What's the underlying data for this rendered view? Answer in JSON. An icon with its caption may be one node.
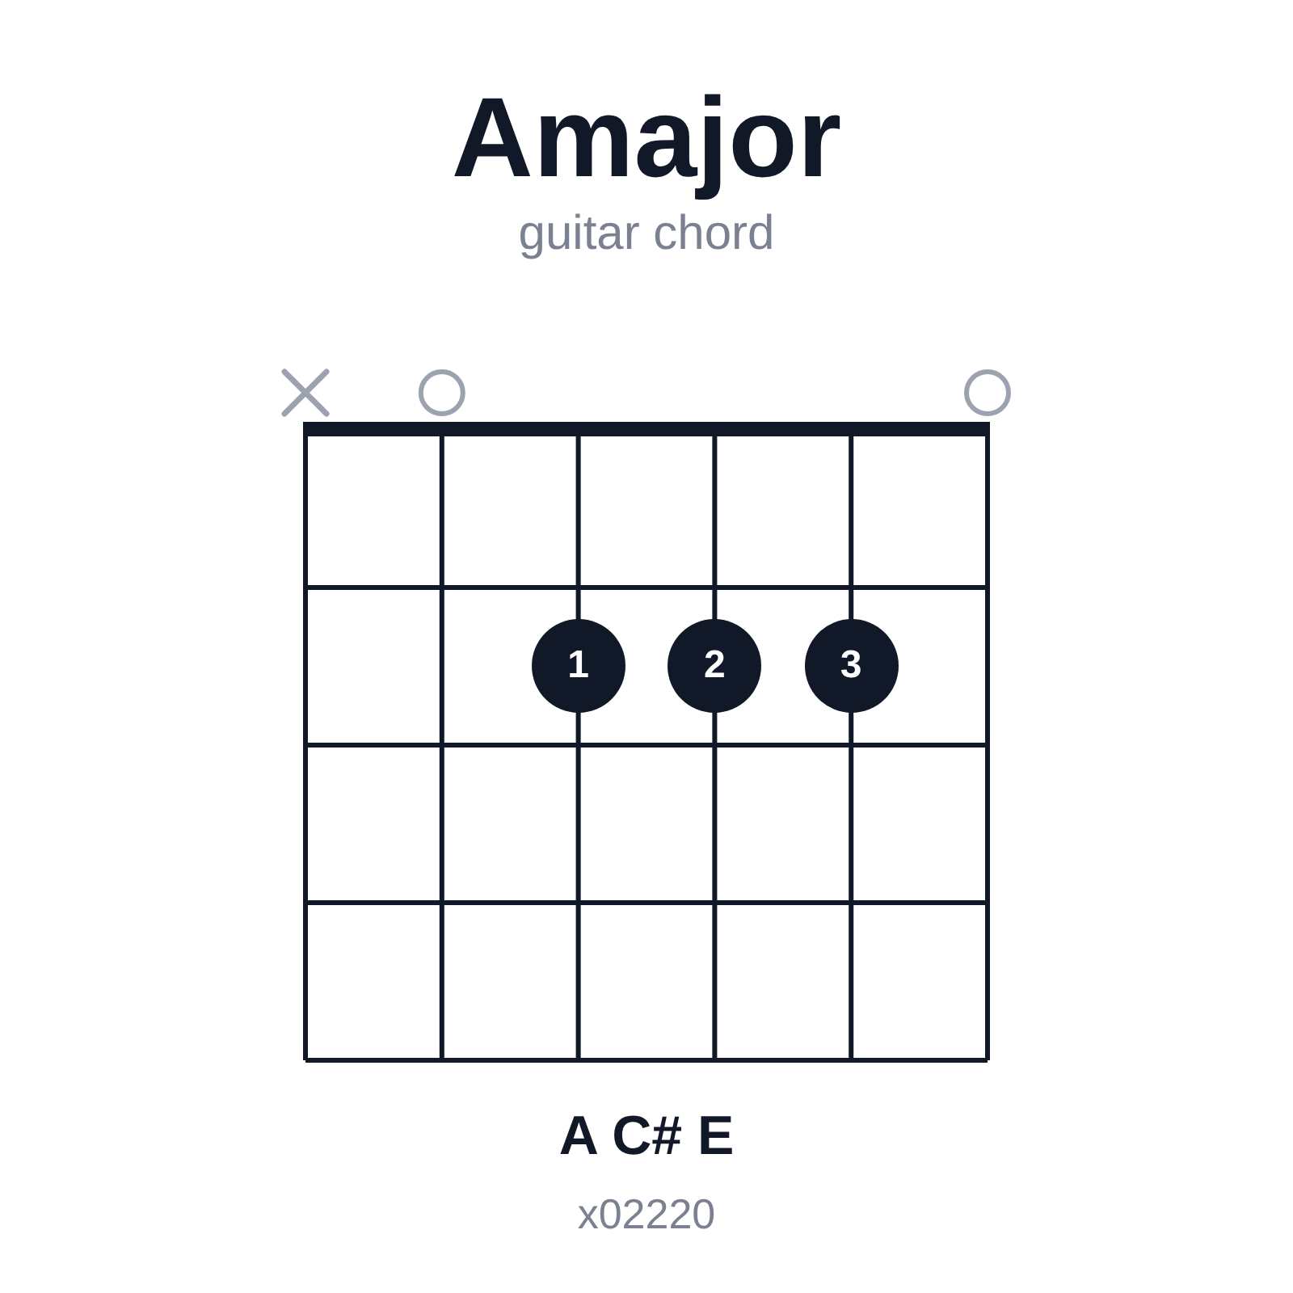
{
  "diagram": {
    "title": "Amajor",
    "nodes": [
      {
        "text": [
          "1"
        ]
      },
      {
        "text": [
          "2"
        ]
      },
      {
        "text": [
          "3"
        ]
      }
    ],
    "labels": [
      "guitar chord",
      "A C# E",
      "x02220"
    ]
  }
}
